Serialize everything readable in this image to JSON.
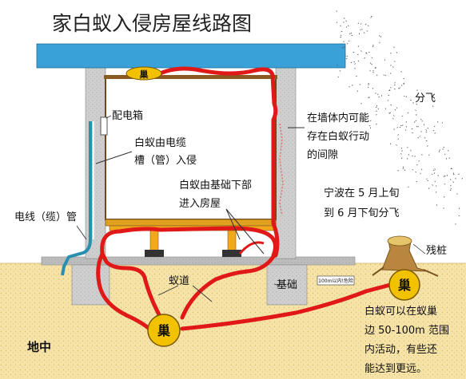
{
  "title": "家白蚁入侵房屋线路图",
  "labels": {
    "distribution_box": "配电箱",
    "via_cable_1": "白蚁由电缆",
    "via_cable_2": "槽（管）入侵",
    "wall_gap_1": "在墙体内可能",
    "wall_gap_2": "存在白蚁行动",
    "wall_gap_3": "的间隙",
    "via_foundation_1": "白蚁由基础下部",
    "via_foundation_2": "进入房屋",
    "swarm": "分飞",
    "swarm_time_1": "宁波在 5 月上旬",
    "swarm_time_2": "到 6 月下旬分飞",
    "wire_pipe": "电线（缆）管",
    "stump": "残桩",
    "tunnel": "蚁道",
    "foundation": "基础",
    "range_tag": "100m以内!危险",
    "range_1": "白蚁可以在蚁巢",
    "range_2": "边 50-100m 范围",
    "range_3": "内活动，有些还",
    "range_4": "能达到更远。",
    "underground": "地中"
  },
  "nests": {
    "roof": "巢",
    "ground": "巢",
    "stump": "巢"
  },
  "colors": {
    "roof": "#3aa0d8",
    "wall": "#c9c9c9",
    "soil": "#f6e3a8",
    "path": "#e01818",
    "nest": "#f2c200",
    "wood": "#f0a81c",
    "stump": "#b8863e"
  }
}
